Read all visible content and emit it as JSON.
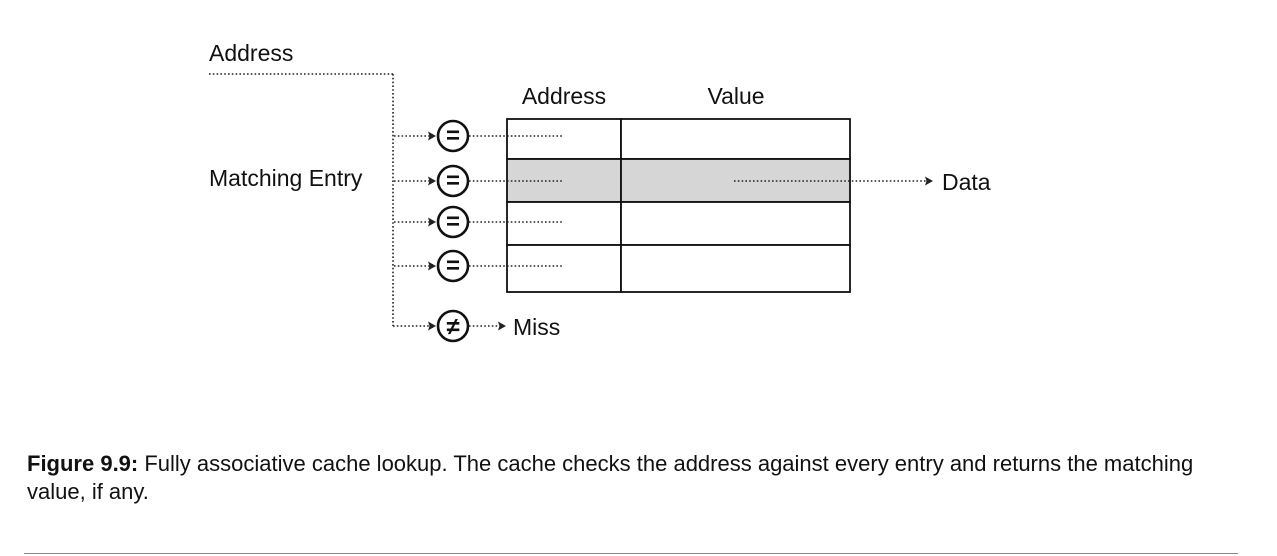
{
  "diagram": {
    "input_label": "Address",
    "matching_label": "Matching Entry",
    "column_address": "Address",
    "column_value": "Value",
    "output_label": "Data",
    "miss_label": "Miss",
    "equal_symbol": "=",
    "not_equal_symbol": "≠"
  },
  "caption": {
    "label": "Figure 9.9:",
    "text": " Fully associative cache lookup. The cache checks the address against every entry and returns the matching value, if any."
  }
}
